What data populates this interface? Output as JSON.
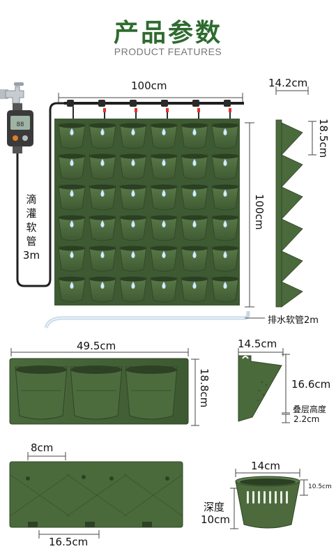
{
  "header": {
    "title": "产品参数",
    "subtitle": "PRODUCT FEATURES"
  },
  "main_diagram": {
    "width_label": "100cm",
    "height_label": "100cm",
    "drip_hose_label": [
      "滴",
      "灌",
      "软",
      "管",
      "3m"
    ],
    "drain_hose_label": "排水软管2m"
  },
  "side_profile": {
    "depth_label": "14.2cm",
    "pitch_label": "18.5cm"
  },
  "module_front": {
    "width_label": "49.5cm",
    "height_label": "18.8cm"
  },
  "module_side": {
    "depth_label": "14.5cm",
    "height_label": "16.6cm",
    "stack_label_line1": "叠层高度",
    "stack_label_line2": "2.2cm"
  },
  "module_back": {
    "slot_label": "8cm",
    "spacing_label": "16.5cm"
  },
  "pot": {
    "diameter_label": "14cm",
    "height_label": "10.5cm",
    "depth_label_line1": "深度",
    "depth_label_line2": "10cm"
  },
  "colors": {
    "title_green": "#2e6b2f",
    "pot_green": "#4d6a3d",
    "dark_green": "#3b5530"
  },
  "icons": [
    "faucet-icon",
    "timer-icon",
    "water-drop-icon"
  ]
}
